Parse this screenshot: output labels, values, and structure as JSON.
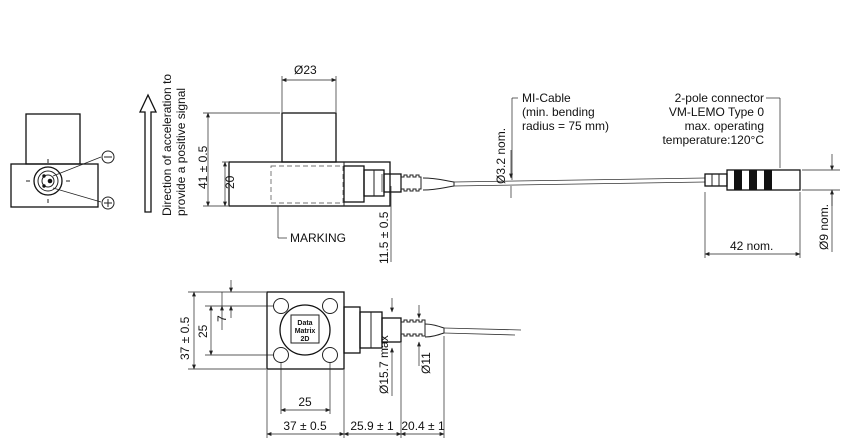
{
  "title": "",
  "direction_label_1": "Direction of acceleration to",
  "direction_label_2": "provide a positive signal",
  "dim_diameter_23": "Ø23",
  "dim_41": "41 ± 0.5",
  "dim_20": "20",
  "marking_label": "MARKING",
  "dim_11_5": "11.5 ± 0.5",
  "dim_3_2": "Ø3.2 nom.",
  "cable_label_1": "MI-Cable",
  "cable_label_2": "(min. bending",
  "cable_label_3": "radius = 75 mm)",
  "connector_label_1": "2-pole connector",
  "connector_label_2": "VM-LEMO Type 0",
  "connector_label_3": "max. operating",
  "connector_label_4": "temperature:120°C",
  "dim_42": "42 nom.",
  "dim_9": "Ø9 nom.",
  "dim_37_vertical": "37 ± 0.5",
  "dim_25_vertical": "25",
  "dim_7": "7",
  "data_matrix_1": "Data",
  "data_matrix_2": "Matrix",
  "data_matrix_3": "2D",
  "dim_15_7": "Ø15.7 max",
  "dim_11": "Ø11",
  "dim_25_horizontal": "25",
  "dim_37_horizontal": "37 ± 0.5",
  "dim_25_9": "25.9 ± 1",
  "dim_20_4": "20.4 ± 1",
  "minus_symbol": "−",
  "plus_symbol": "+",
  "colors": {
    "line": "#222222",
    "background": "#ffffff"
  }
}
